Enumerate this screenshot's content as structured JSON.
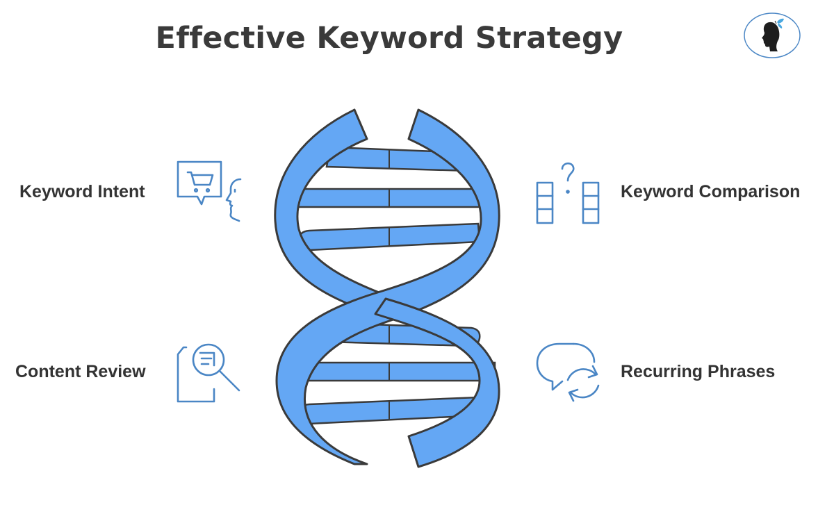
{
  "title": "Effective Keyword Strategy",
  "items": [
    {
      "label": "Keyword Intent",
      "icon": "shopping-cart-speech-icon"
    },
    {
      "label": "Keyword Comparison",
      "icon": "compare-question-icon"
    },
    {
      "label": "Content Review",
      "icon": "document-magnifier-icon"
    },
    {
      "label": "Recurring Phrases",
      "icon": "speech-refresh-icon"
    }
  ],
  "central_graphic": "dna-helix",
  "logo": "woman-silhouette-butterfly-icon",
  "colors": {
    "helix_fill": "#64a7f4",
    "helix_stroke": "#3a3a3a",
    "icon_stroke": "#4a86c5",
    "text": "#333333"
  }
}
